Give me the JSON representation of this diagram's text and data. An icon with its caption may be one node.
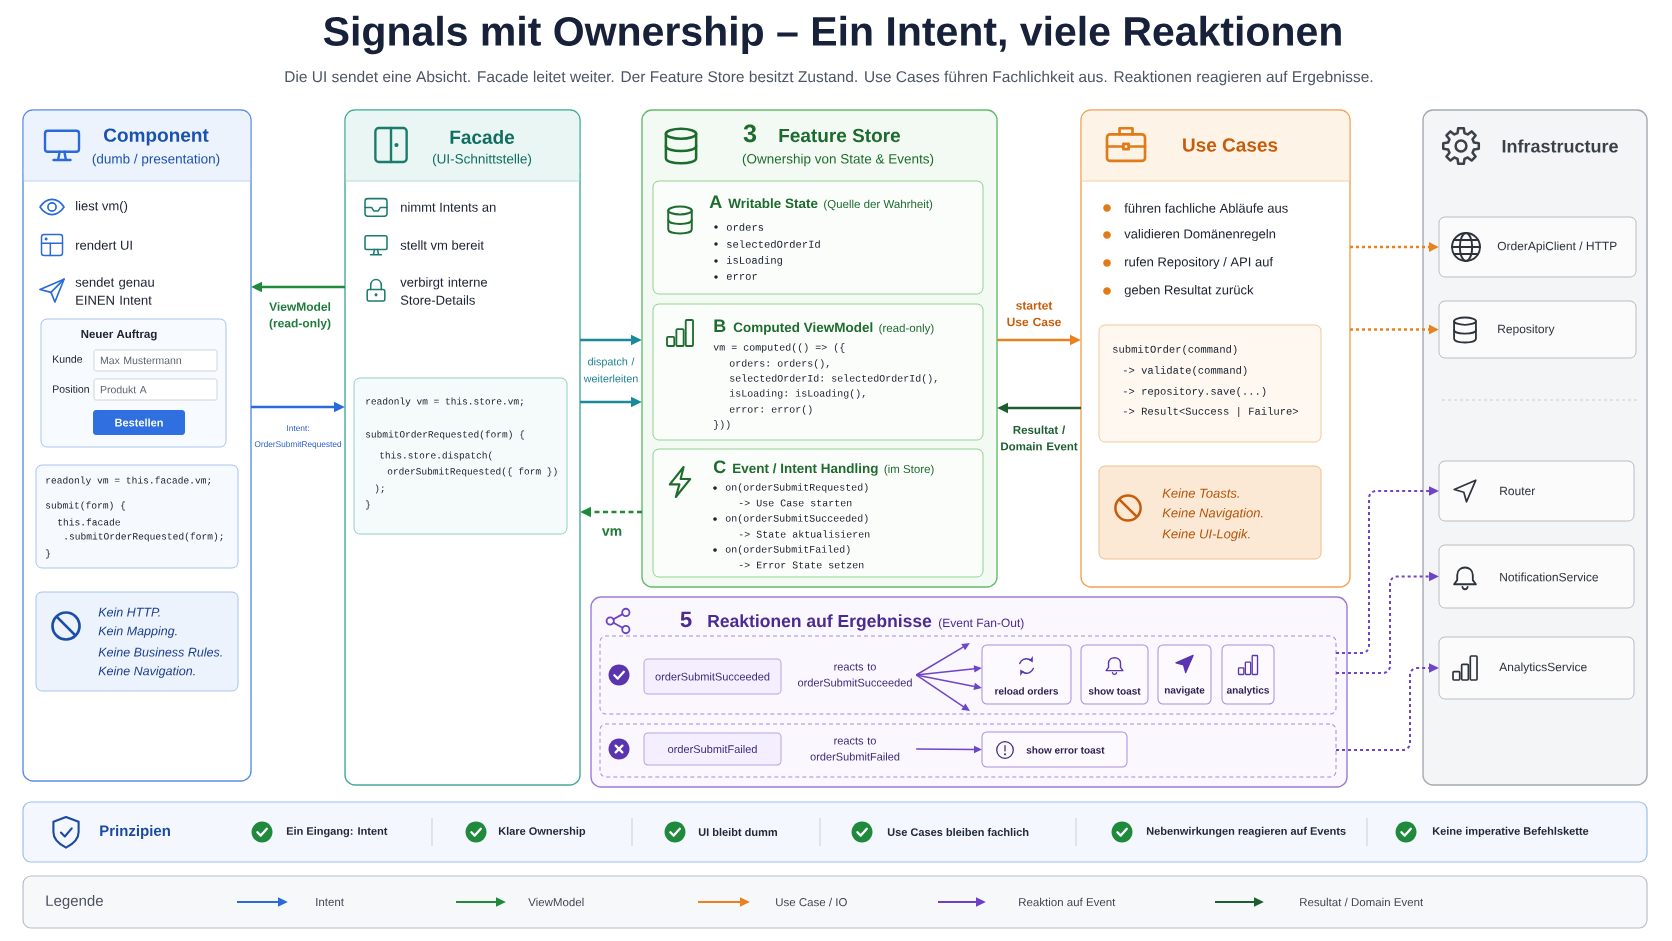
{
  "diagram": {
    "title": "Signals mit Ownership – Ein Intent, viele Reaktionen",
    "caption": "Die UI sendet eine Absicht. Facade leitet weiter. Der Feature Store besitzt Zustand. Use Cases führen Fachlichkeit aus. Reaktionen reagieren auf Ergebnisse.",
    "nodes": [
      {
        "text": [
          "Component",
          "(dumb / presentation)",
          "liest vm()",
          "rendert UI",
          "sendet genau EINEN Intent"
        ]
      },
      {
        "text": [
          "Neuer Auftrag",
          "Kunde",
          "Position"
        ],
        "in": 0
      },
      {
        "text": [
          "Max Mustermann"
        ],
        "in": 1
      },
      {
        "text": [
          "Produkt A"
        ],
        "in": 1
      },
      {
        "text": [
          "Bestellen"
        ],
        "in": 1
      },
      {
        "text": [
          "readonly vm = this.facade.vm;",
          "submit(form) {",
          "this.facade",
          ".submitOrderRequested(form);",
          "}"
        ],
        "in": 0
      },
      {
        "text": [
          "Kein HTTP.",
          "Kein Mapping.",
          "Keine Business Rules.",
          "Keine Navigation."
        ],
        "in": 0
      },
      {
        "text": [
          "Facade",
          "(UI-Schnittstelle)",
          "nimmt Intents an",
          "stellt vm bereit",
          "verbirgt interne Store-Details"
        ]
      },
      {
        "text": [
          "readonly vm = this.store.vm;",
          "submitOrderRequested(form) {",
          "this.store.dispatch(",
          "orderSubmitRequested({ form })",
          ");",
          "}"
        ],
        "in": 7
      },
      {
        "text": [
          "3",
          "Feature Store",
          "(Ownership von State & Events)"
        ]
      },
      {
        "text": [
          "A",
          "Writable State",
          "(Quelle der Wahrheit)",
          "orders",
          "selectedOrderId",
          "isLoading",
          "error"
        ],
        "in": 9
      },
      {
        "text": [
          "B",
          "Computed ViewModel",
          "(read-only)",
          "vm = computed(() => ({",
          "orders: orders(),",
          "selectedOrderId: selectedOrderId(),",
          "isLoading: isLoading(),",
          "error: error()",
          "}))"
        ],
        "in": 9
      },
      {
        "text": [
          "C",
          "Event / Intent Handling",
          "(im Store)",
          "on(orderSubmitRequested)",
          "-> Use Case starten",
          "on(orderSubmitSucceeded)",
          "-> State aktualisieren",
          "on(orderSubmitFailed)",
          "-> Error State setzen"
        ],
        "in": 9
      },
      {
        "text": [
          "Use Cases",
          "führen fachliche Abläufe aus",
          "validieren Domänenregeln",
          "rufen Repository / API auf",
          "geben Resultat zurück"
        ]
      },
      {
        "text": [
          "submitOrder(command)",
          "-> validate(command)",
          "-> repository.save(...)",
          "-> Result<Success | Failure>"
        ],
        "in": 13
      },
      {
        "text": [
          "Keine Toasts.",
          "Keine Navigation.",
          "Keine UI-Logik."
        ],
        "in": 13
      },
      {
        "text": [
          "Infrastructure"
        ]
      },
      {
        "text": [
          "OrderApiClient / HTTP"
        ],
        "in": 16
      },
      {
        "text": [
          "Repository"
        ],
        "in": 16
      },
      {
        "text": [
          "Router"
        ],
        "in": 16
      },
      {
        "text": [
          "NotificationService"
        ],
        "in": 16
      },
      {
        "text": [
          "AnalyticsService"
        ],
        "in": 16
      },
      {
        "text": [
          "5",
          "Reaktionen auf Ergebnisse",
          "(Event Fan-Out)"
        ]
      },
      {
        "text": [],
        "shape": "box",
        "in": 22
      },
      {
        "text": [
          "orderSubmitSucceeded"
        ],
        "in": 23
      },
      {
        "text": [
          "reacts to orderSubmitSucceeded"
        ],
        "in": 23
      },
      {
        "text": [
          "reload orders"
        ],
        "in": 23
      },
      {
        "text": [
          "show toast"
        ],
        "in": 23
      },
      {
        "text": [
          "navigate"
        ],
        "in": 23
      },
      {
        "text": [
          "analytics"
        ],
        "in": 23
      },
      {
        "text": [],
        "shape": "box",
        "in": 22
      },
      {
        "text": [
          "orderSubmitFailed"
        ],
        "in": 30
      },
      {
        "text": [
          "reacts to orderSubmitFailed"
        ],
        "in": 30
      },
      {
        "text": [
          "show error toast"
        ],
        "in": 30
      },
      {
        "text": [
          "Prinzipien",
          "Ein Eingang: Intent",
          "Klare Ownership",
          "UI bleibt dumm",
          "Use Cases bleiben fachlich",
          "Nebenwirkungen reagieren auf Events",
          "Keine imperative Befehlskette"
        ]
      }
    ],
    "edges": [
      {
        "from": 0,
        "to": 7,
        "arrow": "to",
        "label": "Intent: OrderSubmitRequested",
        "color": "#2a6ad8"
      },
      {
        "from": 7,
        "to": 0,
        "arrow": "to",
        "label": "ViewModel (read-only)",
        "color": "#1f8a3a"
      },
      {
        "from": 7,
        "to": 9,
        "arrow": "to",
        "label": "dispatch / weiterleiten",
        "color": "#1a8a9a"
      },
      {
        "from": 7,
        "to": 9,
        "arrow": "to",
        "color": "#1a8a9a"
      },
      {
        "from": 9,
        "to": 7,
        "arrow": "to",
        "label": "vm",
        "style": "dashed",
        "color": "#1f8a3a"
      },
      {
        "from": 9,
        "to": 13,
        "arrow": "to",
        "label": "startet Use Case",
        "color": "#e8821e"
      },
      {
        "from": 13,
        "to": 9,
        "arrow": "to",
        "label": "Resultat / Domain Event",
        "color": "#1d5e2f"
      },
      {
        "from": 13,
        "to": 17,
        "arrow": "to",
        "style": "dashed",
        "color": "#e8821e"
      },
      {
        "from": 13,
        "to": 18,
        "arrow": "to",
        "style": "dashed",
        "color": "#e8821e"
      },
      {
        "from": 25,
        "to": null,
        "arrow": "to"
      },
      {
        "from": 25,
        "to": 26,
        "arrow": "to"
      },
      {
        "from": 25,
        "to": 26,
        "arrow": "to"
      },
      {
        "from": 25,
        "to": null,
        "arrow": "to"
      },
      {
        "from": 32,
        "to": 33,
        "arrow": "to"
      },
      {
        "from": 23,
        "to": 19,
        "arrow": "to",
        "style": "dashed"
      },
      {
        "from": 23,
        "to": 20,
        "arrow": "to",
        "style": "dashed"
      },
      {
        "from": 30,
        "to": 21,
        "arrow": "to",
        "style": "dashed"
      }
    ],
    "labels": [
      "Legende"
    ],
    "legend": [
      {
        "text": "Intent",
        "color": "#2a6ad8"
      },
      {
        "text": "ViewModel",
        "color": "#1f8a3a"
      },
      {
        "text": "Use Case / IO",
        "color": "#e8821e"
      },
      {
        "text": "Reaktion auf Event",
        "color": "#6f3fc8"
      },
      {
        "text": "Resultat / Domain Event",
        "color": "#1d5e2f"
      }
    ]
  }
}
